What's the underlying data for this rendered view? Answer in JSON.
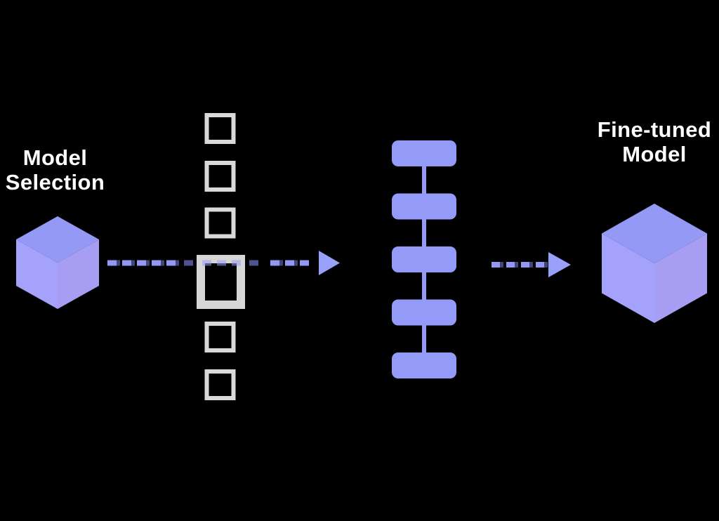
{
  "labels": {
    "model_selection": {
      "line1": "Model",
      "line2": "Selection"
    },
    "fine_tuned_model": {
      "line1": "Fine-tuned",
      "line2": "Model"
    }
  },
  "nodes": {
    "base_model": {
      "icon": "cube-icon"
    },
    "sample_grid": {
      "icon": "outlined-square-icon",
      "square_count": 6,
      "highlighted_square_count": 1
    },
    "pipeline": {
      "icon": "stacked-block-icon",
      "block_count": 5
    },
    "fine_tuned_model": {
      "icon": "cube-icon"
    }
  },
  "arrows": {
    "count": 2,
    "style": "dashed",
    "direction": "right"
  },
  "colors": {
    "background": "#000000",
    "text": "#ffffff",
    "cube_top": "#9399f4",
    "cube_left": "#a5a2fb",
    "cube_right": "#a79ef4",
    "square_border": "#d9d9d9",
    "big_square_border": "#d6d6d6",
    "block_fill": "#939af7",
    "dash_light": "#9298f4",
    "dash_dark": "#4e538f",
    "dash_shadow": "#40457e",
    "dash_overlay": "#9aa0f68c",
    "arrowhead": "#99a0f7"
  }
}
